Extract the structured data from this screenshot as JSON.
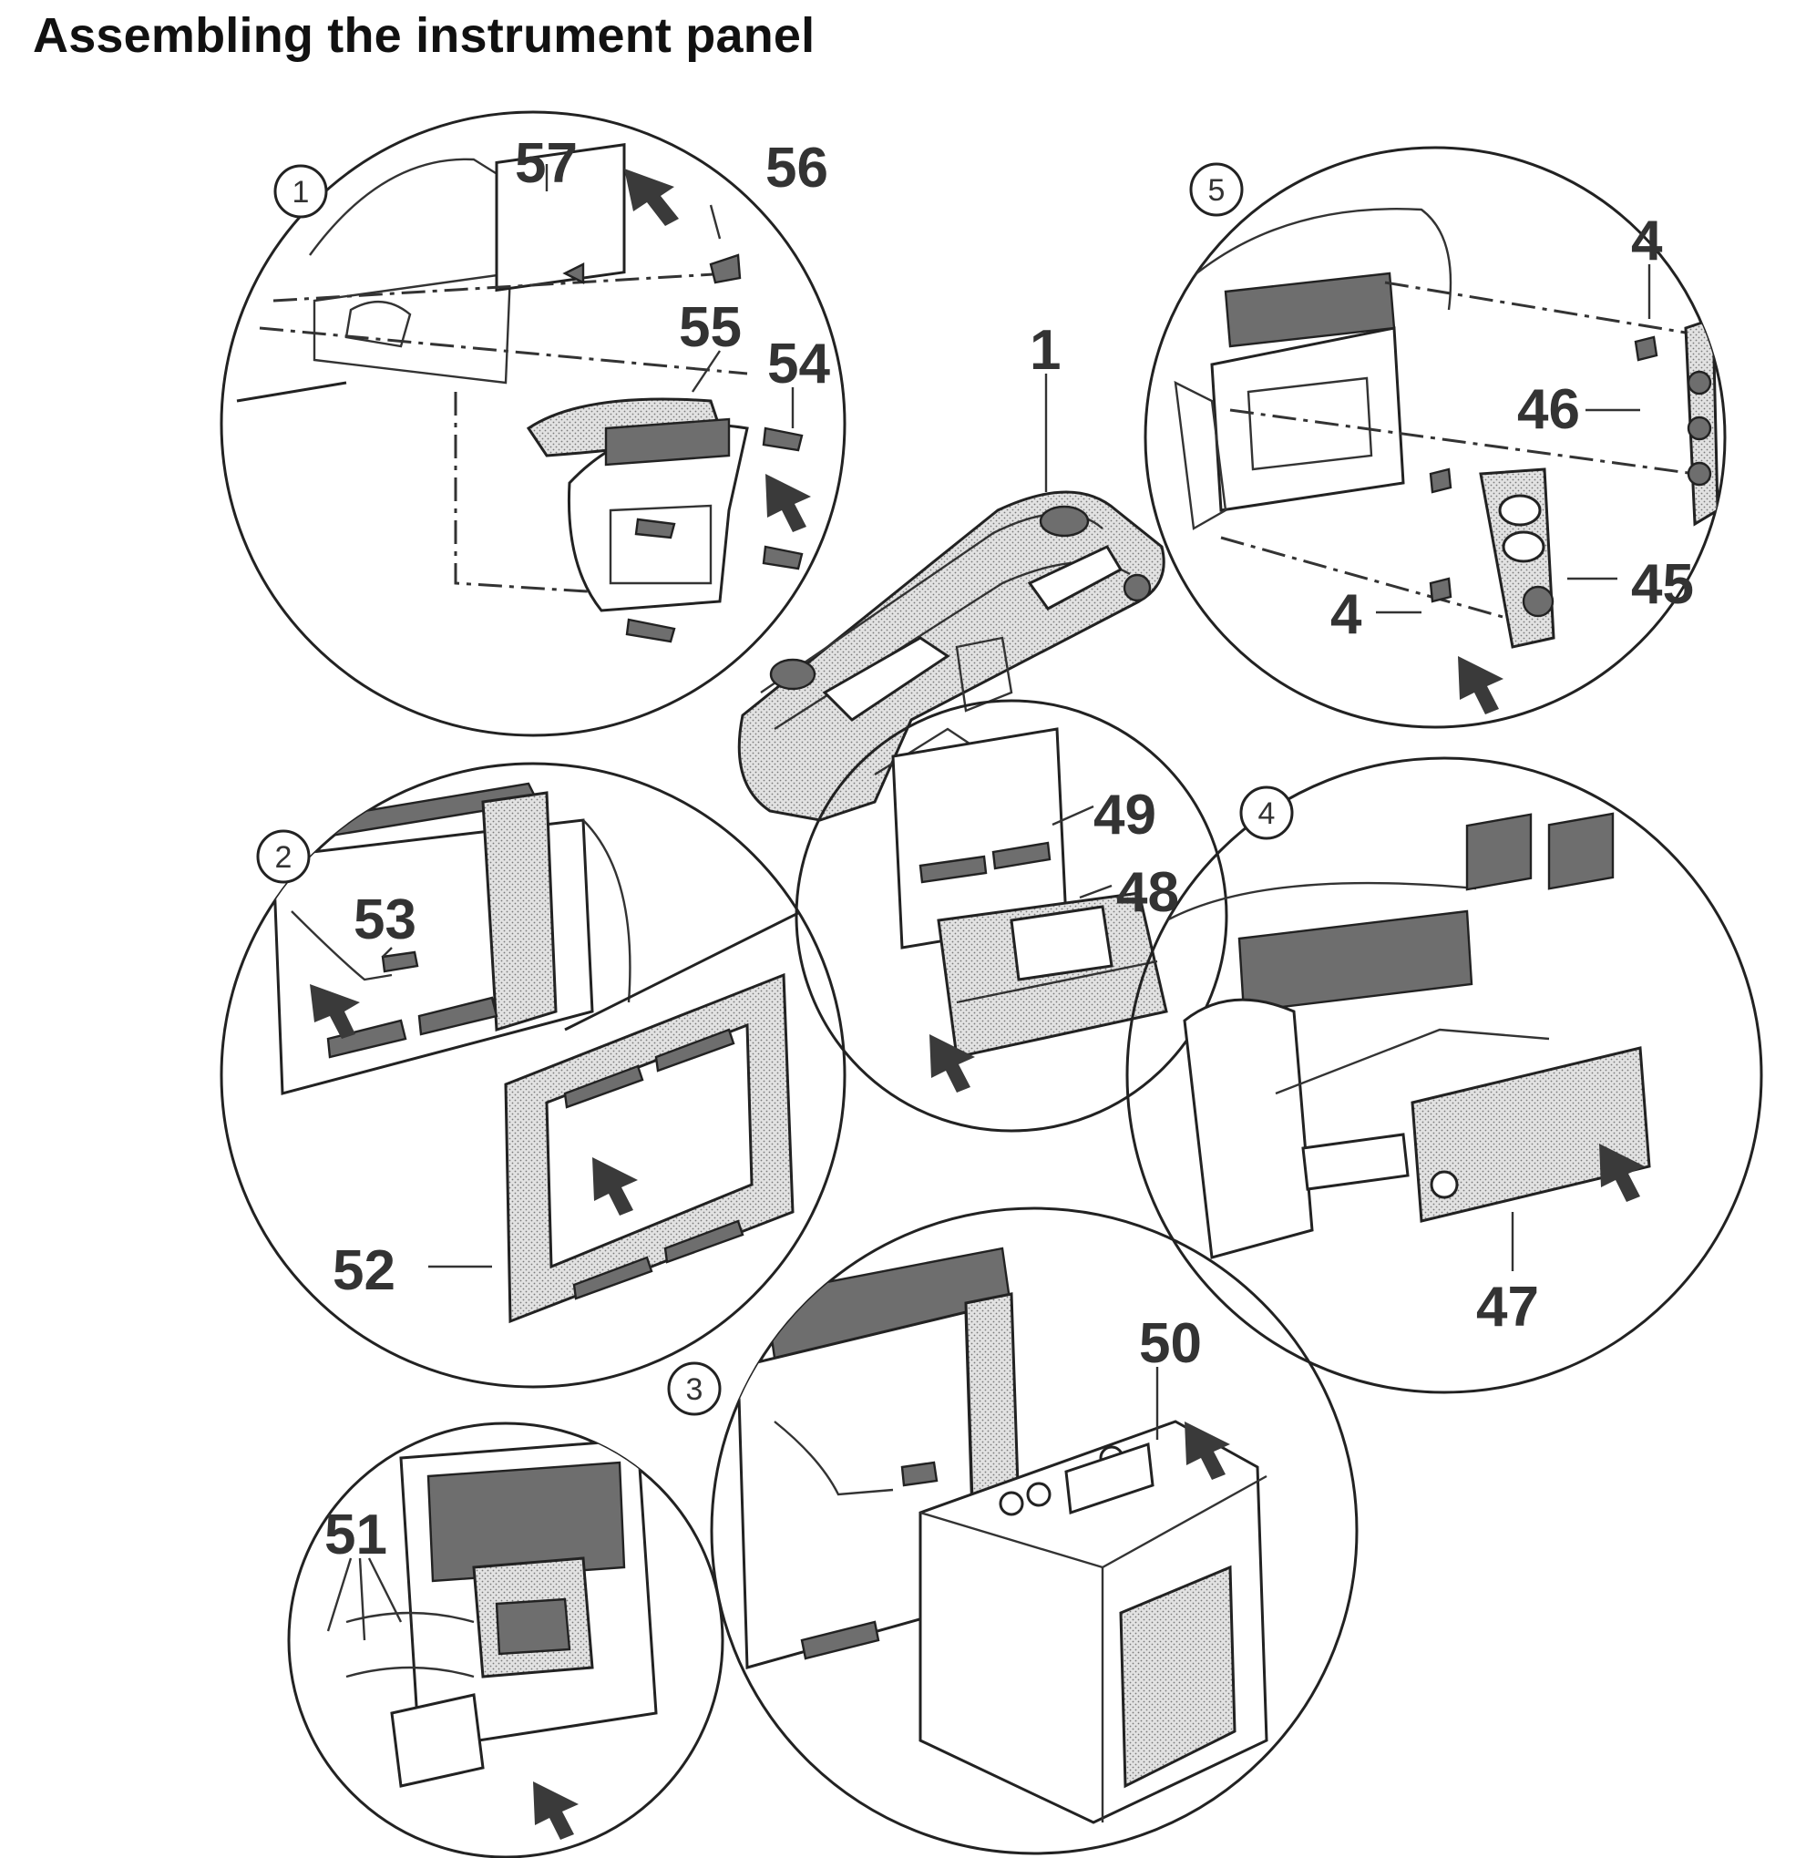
{
  "title": "Assembling the instrument panel",
  "steps": [
    "1",
    "2",
    "3",
    "4",
    "5"
  ],
  "callouts": {
    "c1": "1",
    "c4a": "4",
    "c4b": "4",
    "c45": "45",
    "c46": "46",
    "c47": "47",
    "c48": "48",
    "c49": "49",
    "c50": "50",
    "c51": "51",
    "c52": "52",
    "c53": "53",
    "c54": "54",
    "c55": "55",
    "c56": "56",
    "c57": "57"
  }
}
